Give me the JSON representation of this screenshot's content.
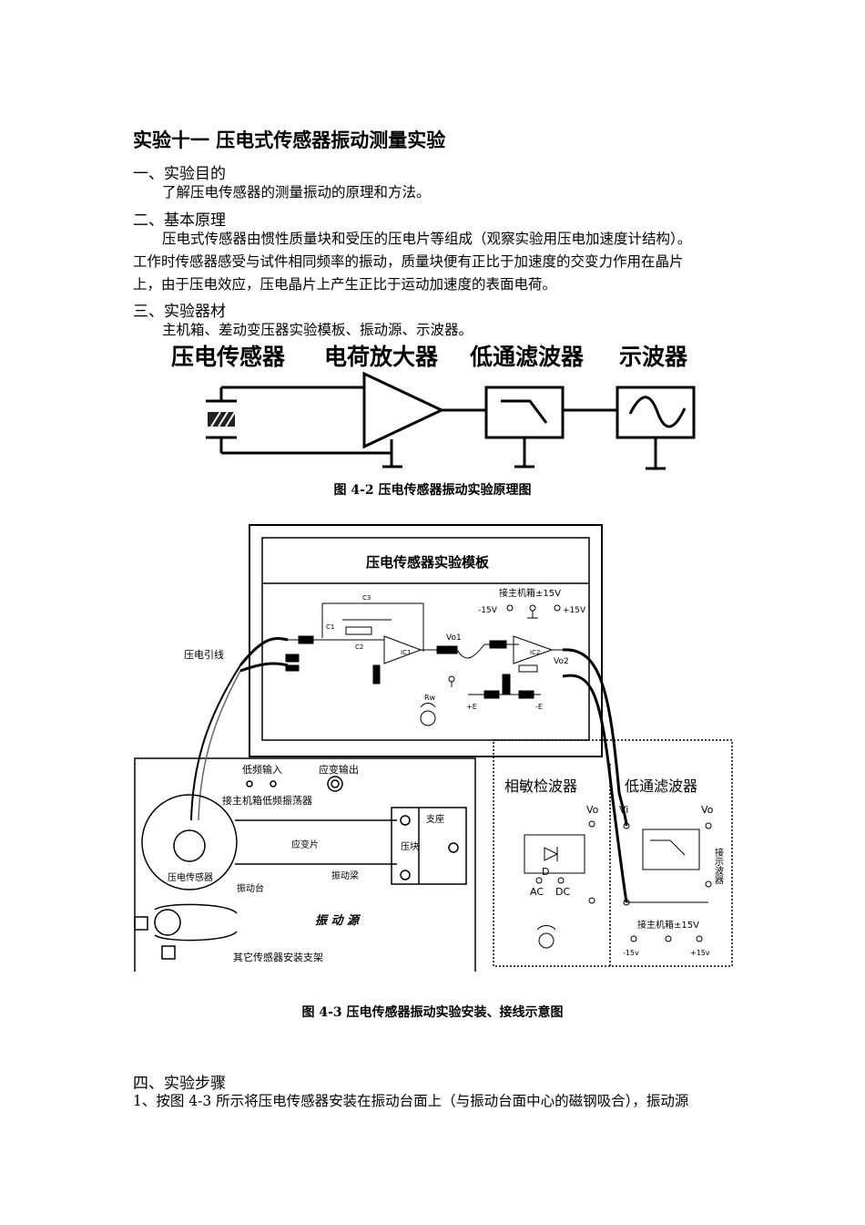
{
  "doc": {
    "title": "实验十一  压电式传感器振动测量实验",
    "sections": [
      {
        "heading": "一、实验目的",
        "lines": [
          "了解压电传感器的测量振动的原理和方法。"
        ]
      },
      {
        "heading": "二、基本原理",
        "lines": [
          "压电式传感器由惯性质量块和受压的压电片等组成（观察实验用压电加速度计结构）。",
          "工作时传感器感受与试件相同频率的振动，质量块便有正比于加速度的交变力作用在晶片",
          "上，由于压电效应，压电晶片上产生正比于运动加速度的表面电荷。"
        ]
      },
      {
        "heading": "三、实验器材",
        "lines": [
          "主机箱、差动变压器实验模板、振动源、示波器。"
        ]
      },
      {
        "heading": "四、实验步骤",
        "lines": [
          "1、按图 4-3 所示将压电传感器安装在振动台面上（与振动台面中心的磁钢吸合），振动源"
        ]
      }
    ]
  },
  "fig42": {
    "labels": [
      "压电传感器",
      "电荷放大器",
      "低通滤波器",
      "示波器"
    ],
    "caption": "图 4-2 压电传感器振动实验原理图"
  },
  "fig43": {
    "module_title": "压电传感器实验模板",
    "module_power": "接主机箱±15V",
    "m15": "-15V",
    "p15": "+15V",
    "c1": "C1",
    "c2": "C2",
    "c3": "C3",
    "ic1": "IC1",
    "ic2": "IC2",
    "vo1": "Vo1",
    "vo2": "Vo2",
    "rw": "Rw",
    "plus_e": "+E",
    "minus_e": "-E",
    "lead_label": "压电引线",
    "lf_in": "低频输入",
    "strain_out": "应变输出",
    "connect_lf": "接主机箱低频振荡器",
    "support": "支座",
    "block": "压块",
    "strain_piece": "应变片",
    "sensor": "压电传感器",
    "table": "振动台",
    "beam": "振动梁",
    "source": "振  动  源",
    "bracket": "其它传感器安装支架",
    "pd_title": "相敏检波器",
    "lpf_title": "低通滤波器",
    "vi": "Vi",
    "vo": "Vo",
    "d": "D",
    "ac": "AC",
    "dc": "DC",
    "to_scope": "接示波器",
    "main_power": "接主机箱±15V",
    "m15v": "-15v",
    "p15v": "+15v",
    "caption": "图 4-3 压电传感器振动实验安装、接线示意图"
  }
}
